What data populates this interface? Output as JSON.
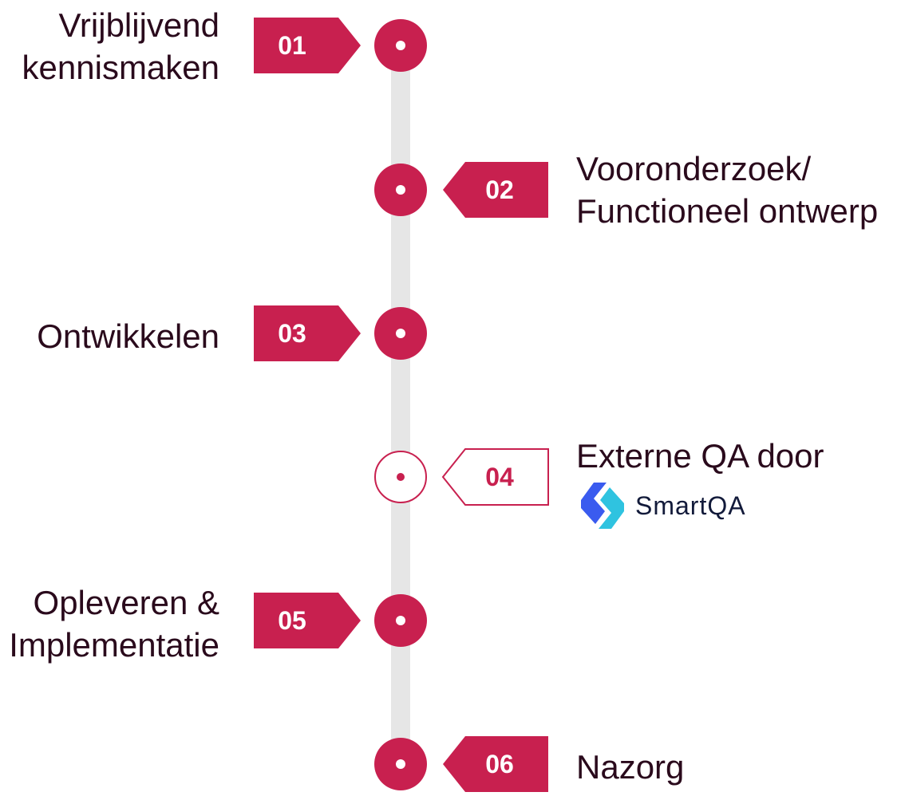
{
  "colors": {
    "accent": "#c8204f",
    "line": "#e6e6e6",
    "text": "#2a0a1c",
    "white": "#ffffff",
    "logo_blue": "#3a5bef",
    "logo_cyan": "#2fc3e0",
    "logo_text": "#121a3a"
  },
  "steps": [
    {
      "number": "01",
      "label": "Vrijblijvend\nkennismaken",
      "side": "left",
      "style": "filled"
    },
    {
      "number": "02",
      "label": "Vooronderzoek/\nFunctioneel ontwerp",
      "side": "right",
      "style": "filled"
    },
    {
      "number": "03",
      "label": "Ontwikkelen",
      "side": "left",
      "style": "filled"
    },
    {
      "number": "04",
      "label": "Externe QA door",
      "side": "right",
      "style": "outline"
    },
    {
      "number": "05",
      "label": "Opleveren &\nImplementatie",
      "side": "left",
      "style": "filled"
    },
    {
      "number": "06",
      "label": "Nazorg",
      "side": "right",
      "style": "filled"
    }
  ],
  "logo": {
    "text": "SmartQA",
    "icon": "smartqa-logo-mark"
  }
}
